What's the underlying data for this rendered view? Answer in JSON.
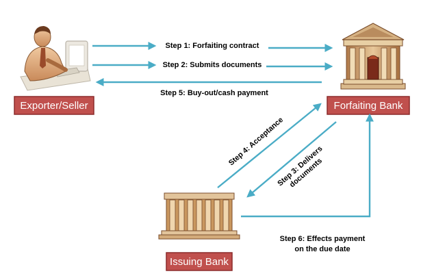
{
  "entities": {
    "exporter": {
      "label": "Exporter/Seller"
    },
    "forfaiting_bank": {
      "label": "Forfaiting Bank"
    },
    "issuing_bank": {
      "label": "Issuing Bank"
    }
  },
  "steps": {
    "step1": "Step 1: Forfaiting contract",
    "step2": "Step 2: Submits documents",
    "step3_line1": "Step 3: Delivers",
    "step3_line2": "documents",
    "step4": "Step 4: Acceptance",
    "step5": "Step 5: Buy-out/cash payment",
    "step6_line1": "Step 6: Effects payment",
    "step6_line2": "on the due date"
  },
  "colors": {
    "box_fill": "#c0504d",
    "box_border": "#8c2b2b",
    "arrow": "#4aacc6"
  },
  "icons": [
    "person-at-computer-icon",
    "bank-building-icon",
    "bank-colonnade-icon"
  ]
}
